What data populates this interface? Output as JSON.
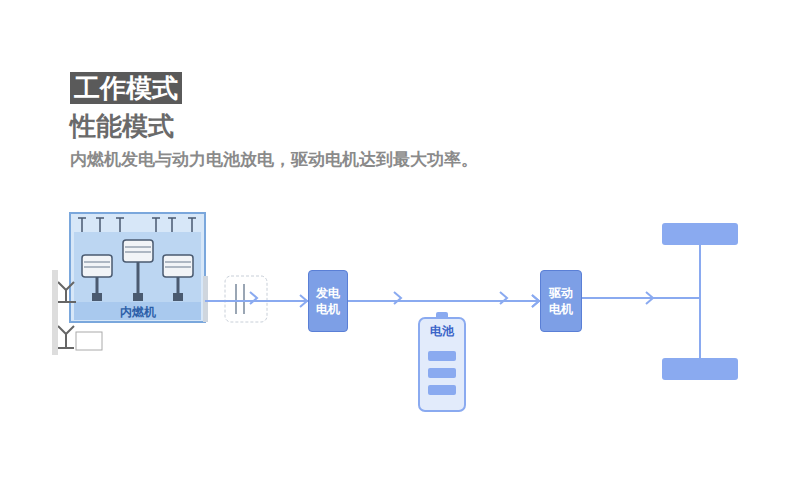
{
  "diagram": {
    "title": "工作模式",
    "caption": "内燃机发电与动力电池放电，驱动电机达到最大功率。",
    "nodes": [
      {
        "text": [
          "内燃机"
        ]
      },
      {
        "text": [
          "发电电机"
        ]
      },
      {
        "text": [
          "电池"
        ]
      },
      {
        "text": [
          "驱动电机"
        ]
      }
    ],
    "edges": [
      {
        "from": 0,
        "to": 1,
        "arrow": "to"
      },
      {
        "from": 1,
        "to": 3,
        "arrow": "to"
      },
      {
        "from": 2,
        "to": 3,
        "arrow": "to"
      }
    ],
    "labels": [
      "性能模式"
    ]
  }
}
